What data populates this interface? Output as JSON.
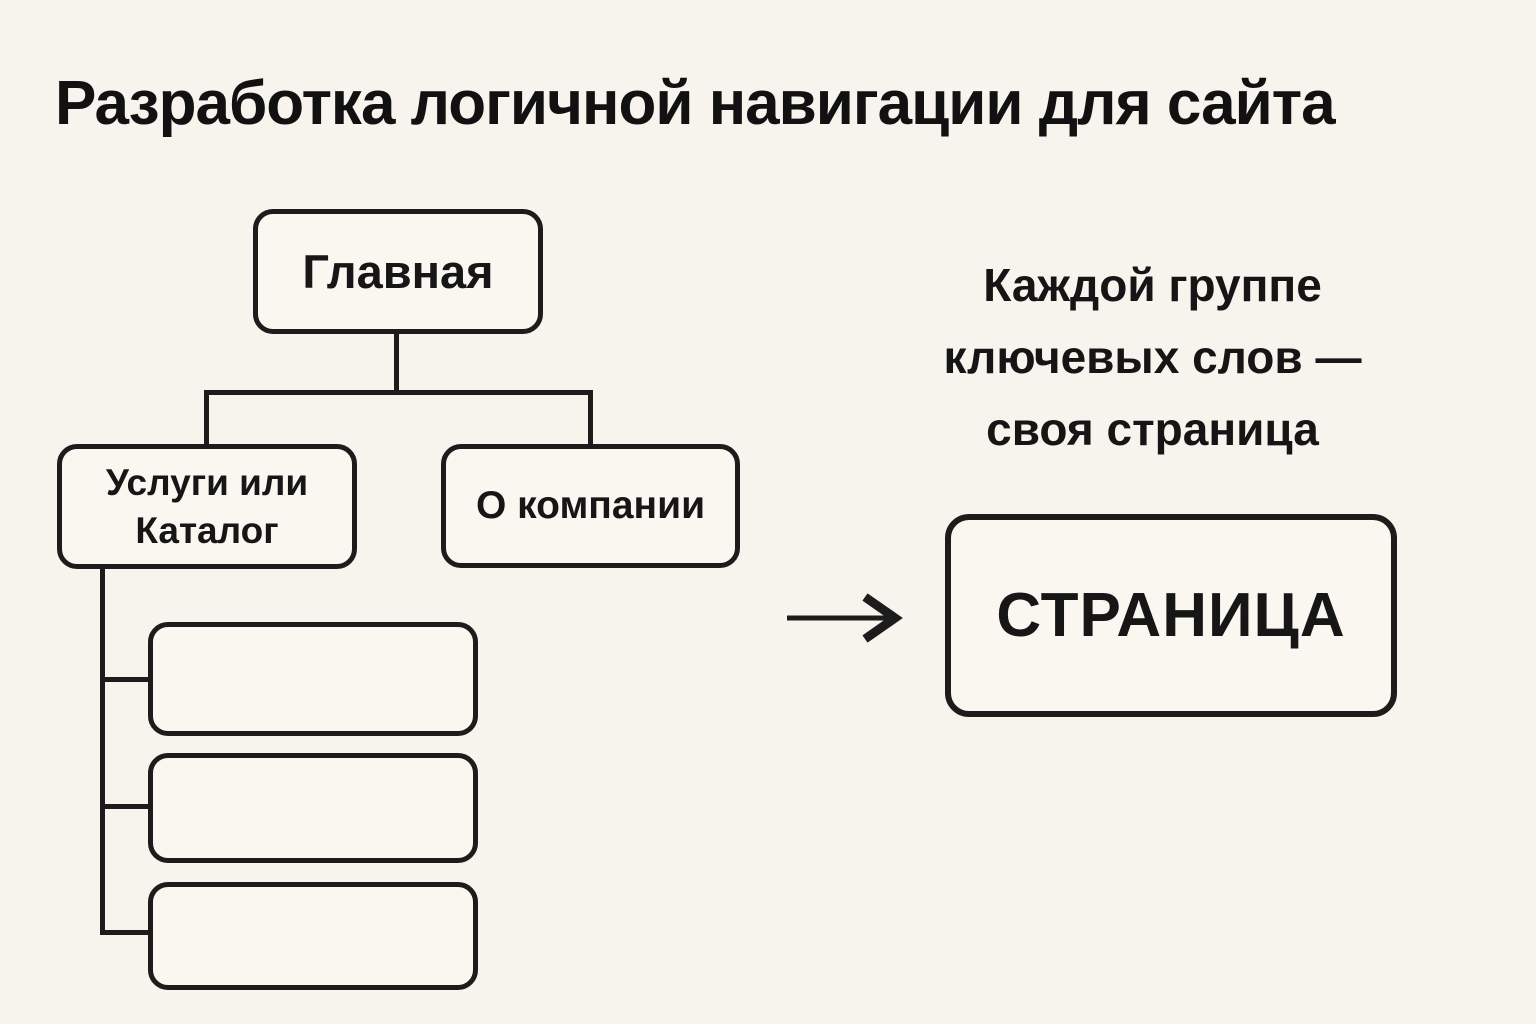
{
  "page": {
    "background": "#f7f4ed",
    "line_color": "#1c1c1c",
    "text_color": "#141414"
  },
  "title": "Разработка логичной навигации для сайта",
  "diagram": {
    "nodes": {
      "home": {
        "label": "Главная"
      },
      "services": {
        "label": "Услуги или Каталог"
      },
      "about": {
        "label": "О компании"
      },
      "empty_pages": [
        "",
        "",
        ""
      ]
    }
  },
  "annotation": {
    "lines": [
      "Каждой группе",
      "ключевых слов —",
      "своя страница"
    ]
  },
  "page_box": {
    "label": "СТРАНИЦА"
  },
  "icons": {
    "arrow": "right-arrow-icon"
  }
}
